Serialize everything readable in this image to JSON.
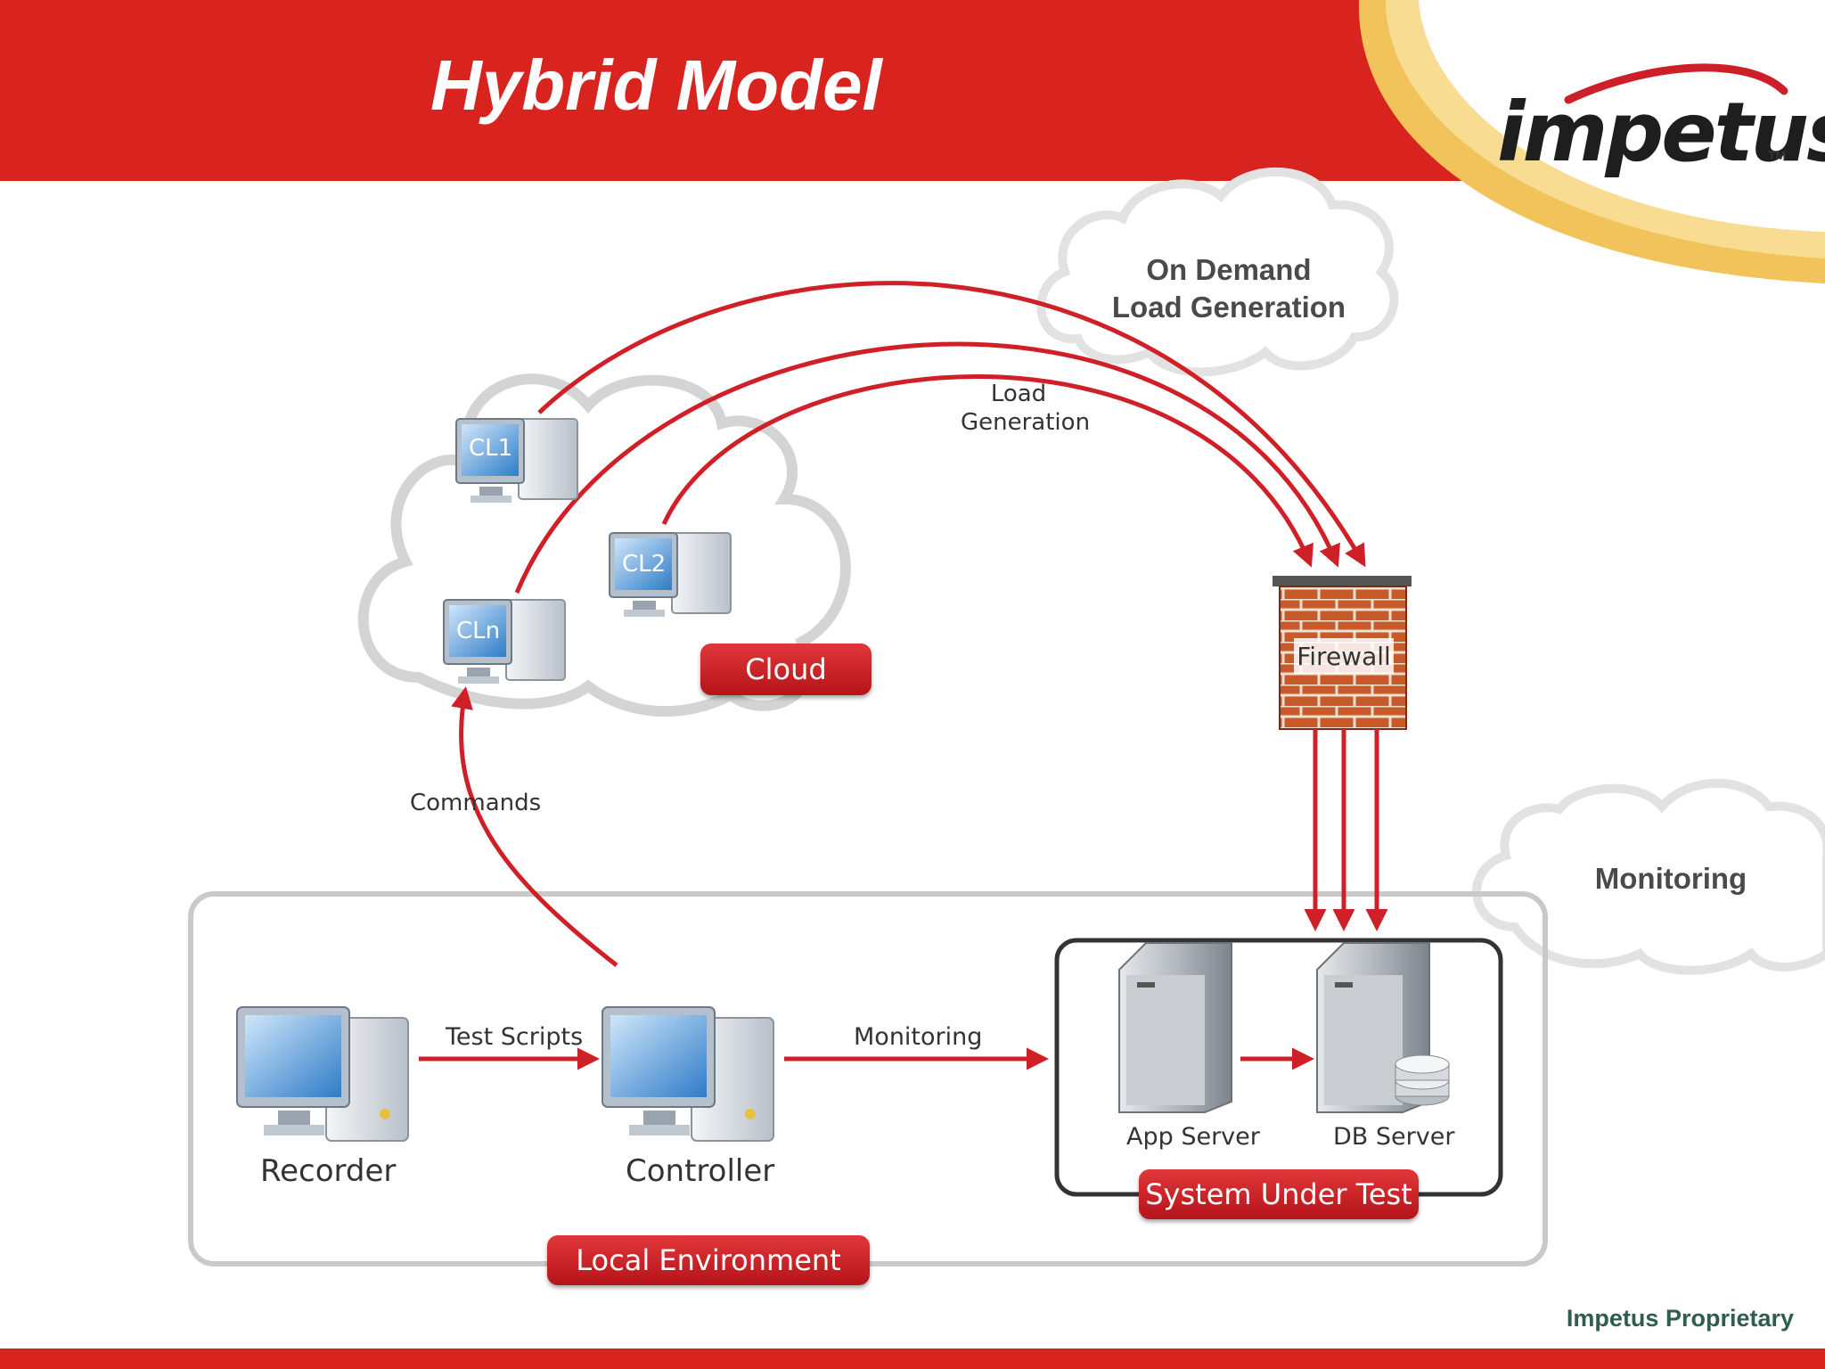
{
  "slide": {
    "title": "Hybrid Model",
    "logo": "impetus",
    "logo_tm": "TM",
    "footer": "Impetus Proprietary",
    "colors": {
      "banner_red": "#d8231f",
      "accent_yellow": "#f2c25b",
      "footer_green": "#2f5e4c",
      "arrow_red": "#cf2027"
    }
  },
  "diagram": {
    "cloud_on_demand": {
      "line1": "On Demand",
      "line2": "Load Generation"
    },
    "cloud_monitoring": "Monitoring",
    "load_generation": {
      "line1": "Load",
      "line2": "Generation"
    },
    "clients": [
      "CL1",
      "CL2",
      "CLn"
    ],
    "cloud_badge": "Cloud",
    "firewall": "Firewall",
    "commands": "Commands",
    "test_scripts": "Test Scripts",
    "monitoring_arrow": "Monitoring",
    "recorder": "Recorder",
    "controller": "Controller",
    "app_server": "App Server",
    "db_server": "DB Server",
    "sut_badge": "System Under Test",
    "local_badge": "Local Environment"
  }
}
